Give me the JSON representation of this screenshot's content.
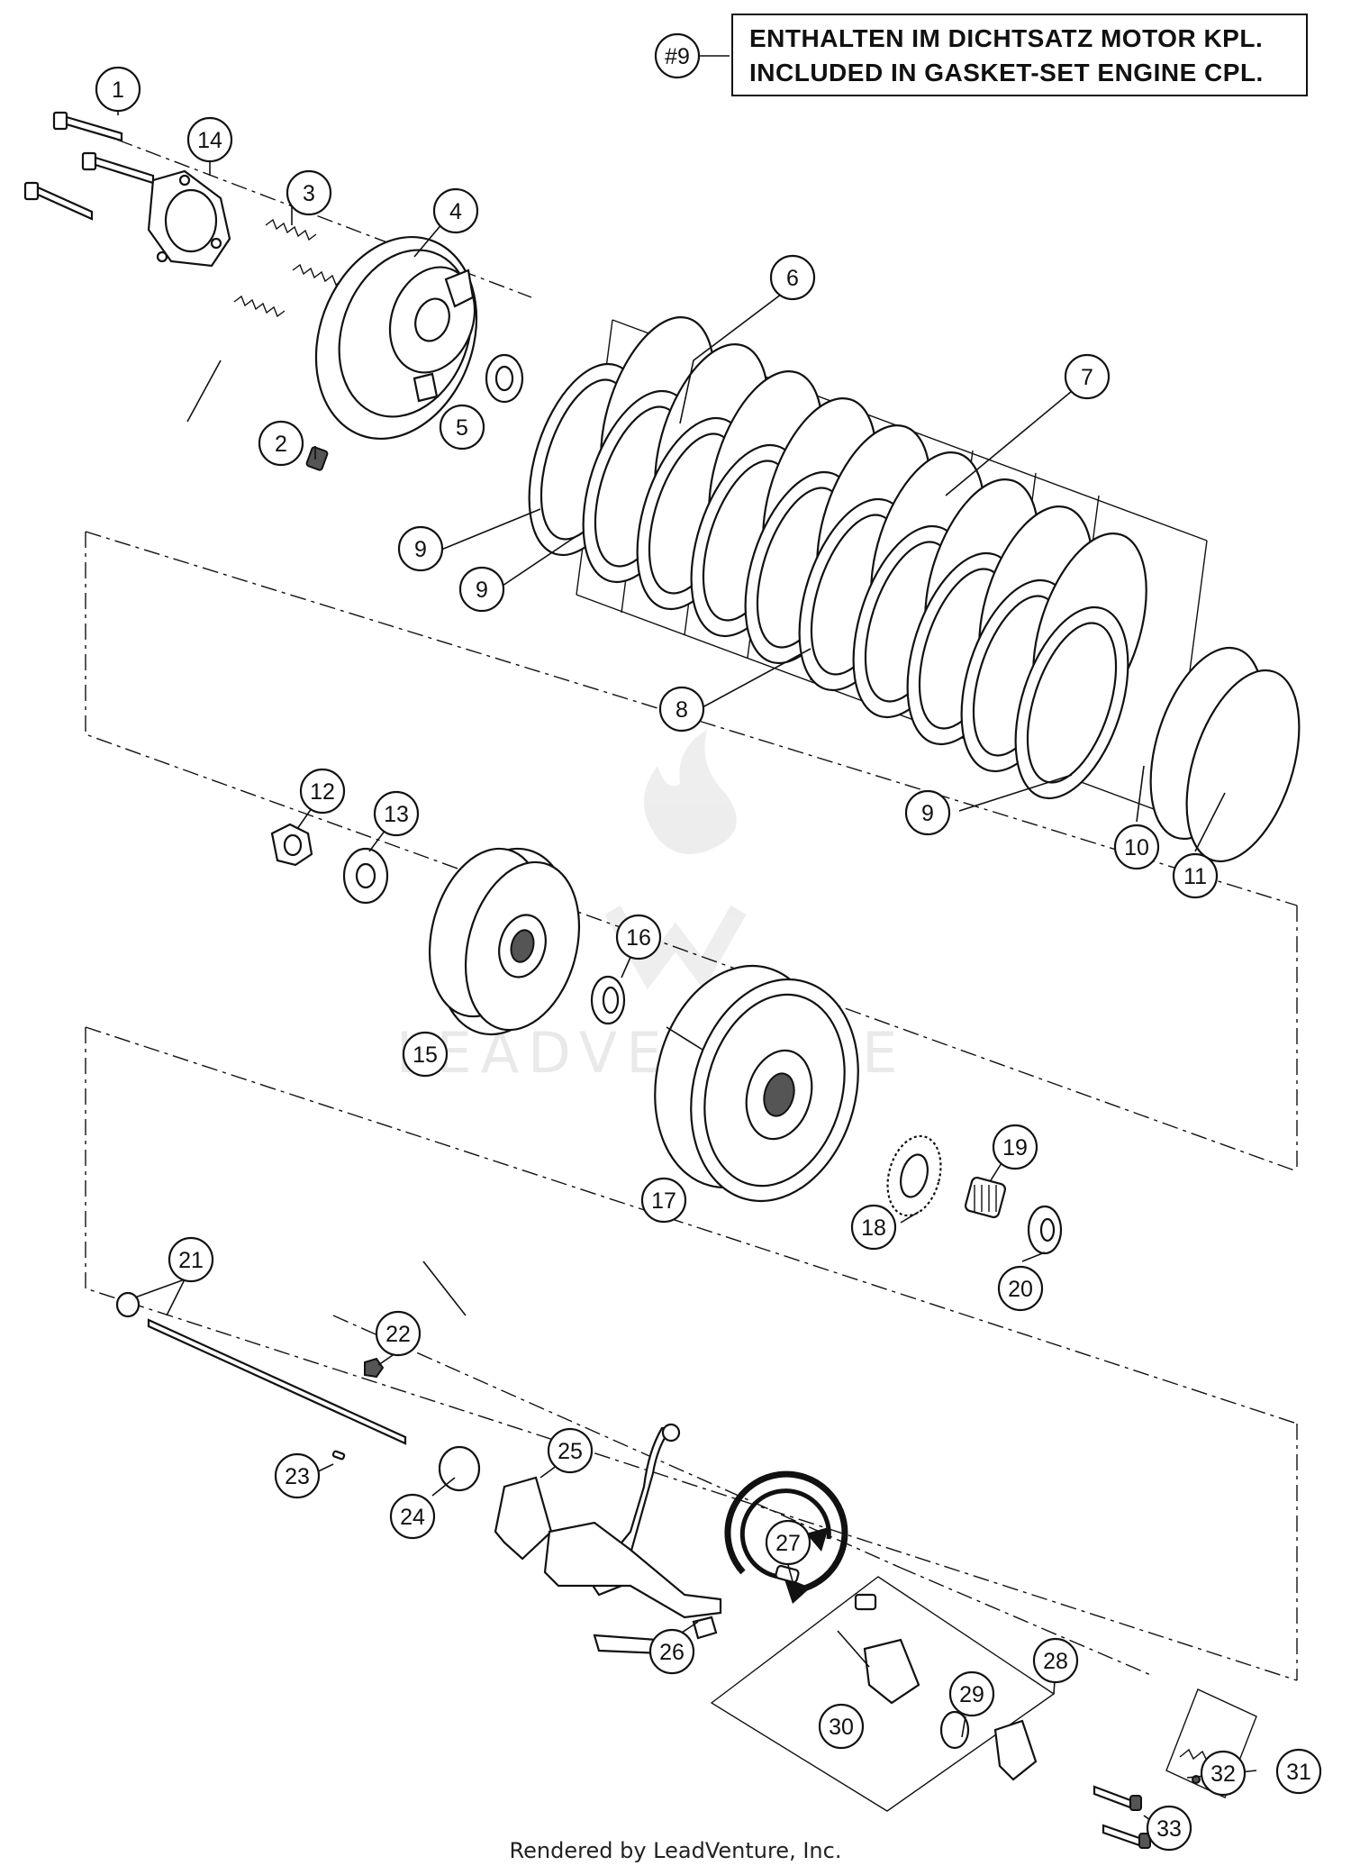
{
  "legend": {
    "ref": "#9",
    "line_de": "ENTHALTEN IM DICHTSATZ MOTOR KPL.",
    "line_en": "INCLUDED IN GASKET-SET ENGINE CPL."
  },
  "footer": "Rendered by LeadVenture, Inc.",
  "watermark": "LEADVENTURE",
  "callouts": [
    "1",
    "2",
    "3",
    "4",
    "5",
    "6",
    "7",
    "8",
    "9",
    "9",
    "9",
    "10",
    "11",
    "12",
    "13",
    "14",
    "15",
    "16",
    "17",
    "18",
    "19",
    "20",
    "21",
    "22",
    "23",
    "24",
    "25",
    "26",
    "27",
    "28",
    "29",
    "30",
    "31",
    "32",
    "33"
  ]
}
